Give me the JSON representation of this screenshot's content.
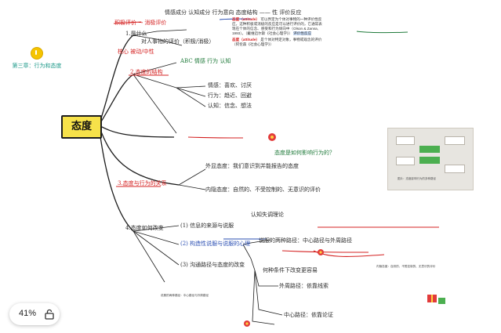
{
  "chapter": {
    "title": "第三章：行为和态度",
    "icon": "lightbulb-icon"
  },
  "central_node": {
    "label": "态度",
    "color": "#f7e24a"
  },
  "branches": {
    "b1": {
      "label": "1.是什么",
      "note": "对人事物的评价（积极/消极）"
    },
    "b2": {
      "label": "2.态度的结构"
    },
    "b3": {
      "label": "3.态度与行为的关系"
    },
    "b4": {
      "label": "4.态度如何改变"
    }
  },
  "top_notes": {
    "header": "积极评价 → 消极评价",
    "left_red": "核心 被动/中性",
    "scribble": "情感成分 认知成分 行为意向 态度结构 —— 性 评价反应"
  },
  "typed_excerpt": {
    "p1_tag": "态度（attitude）",
    "p1": "可以界定为个体对事物的一种评价性反应，这种积极或消极的反应是可以进行评价的，它通常表现在个体的信念、感受和行为倾向中（Olson & Zanna, 1993）。（戴维迈尔斯《社会心理学》）",
    "p1_hl": "评价性反应",
    "p2_tag": "态度（attitude）",
    "p2": "是个体对特定对象，事物或观念的评价（阿伦森《社会心理学》）"
  },
  "structure_notes": {
    "abc": "ABC 情感 行为 认知",
    "affect": "情感：喜欢、讨厌",
    "behavior": "行为：趋近、回避",
    "cognition": "认知：信念、想法"
  },
  "relation_notes": {
    "external": "外显态度：我们意识到并能报告的态度",
    "implicit": "内隐态度：自然的、不受控制的、无意识的评价",
    "green": "态度是如何影响行为的？"
  },
  "change_notes": {
    "n1": "认知失调理论",
    "n2": "(1) 信息的来源与说服",
    "n3": "(2) 构造性说服与说服的心理",
    "n4": "(3) 沟通路径与态度的改变",
    "n5": "说服的两种路径：中心路径与外周路径",
    "n6": "何种条件下改变更容易",
    "n7": "外周路径：依靠线索",
    "n8": "中心路径：依靠论证"
  },
  "photo_caption": "图片：态度影响行为的多种路径",
  "zoom": {
    "level": "41%",
    "lock_icon": "lock-icon"
  },
  "colors": {
    "accent_red": "#d42020",
    "accent_green": "#1f7a3a",
    "accent_blue": "#2b4fb3",
    "yellow": "#f7e24a"
  }
}
